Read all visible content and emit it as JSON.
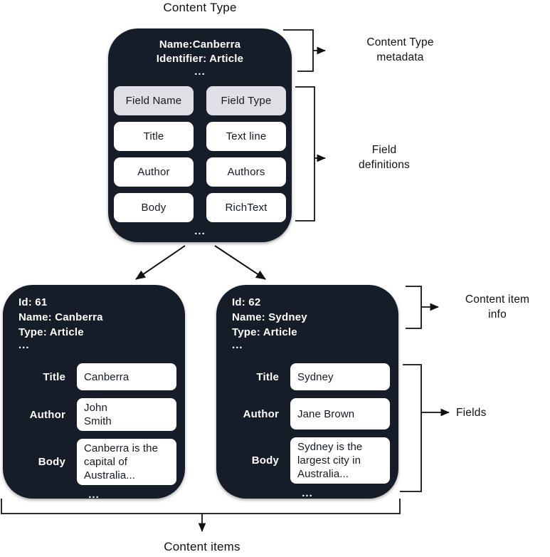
{
  "title": "Content Type",
  "colors": {
    "box_background": "#161d29",
    "header_cell_background": "#dfe0e6",
    "cell_background": "#ffffff",
    "dark_text": "#15191f",
    "light_text": "#ffffff",
    "line_color": "#111111"
  },
  "content_type_box": {
    "meta_lines": [
      "Name:Canberra",
      "Identifier: Article"
    ],
    "meta_ellipsis": "...",
    "field_table": {
      "headers": [
        "Field Name",
        "Field Type"
      ],
      "rows": [
        [
          "Title",
          "Text line"
        ],
        [
          "Author",
          "Authors"
        ],
        [
          "Body",
          "RichText"
        ]
      ]
    },
    "bottom_ellipsis": "..."
  },
  "annotations": {
    "content_type_metadata": "Content Type\nmetadata",
    "field_definitions": "Field\ndefinitions",
    "content_item_info": "Content item\ninfo",
    "fields": "Fields",
    "content_items": "Content items"
  },
  "content_items": [
    {
      "info_lines": [
        "Id: 61",
        "Name: Canberra",
        "Type: Article"
      ],
      "info_ellipsis": "...",
      "fields": [
        {
          "label": "Title",
          "value": "Canberra"
        },
        {
          "label": "Author",
          "value": "John\nSmith"
        },
        {
          "label": "Body",
          "value": "Canberra is the\ncapital of\nAustralia..."
        }
      ],
      "bottom_ellipsis": "..."
    },
    {
      "info_lines": [
        "Id: 62",
        "Name: Sydney",
        "Type: Article"
      ],
      "info_ellipsis": "...",
      "fields": [
        {
          "label": "Title",
          "value": "Sydney"
        },
        {
          "label": "Author",
          "value": "Jane Brown"
        },
        {
          "label": "Body",
          "value": "Sydney is the\nlargest city in\nAustralia..."
        }
      ],
      "bottom_ellipsis": "..."
    }
  ]
}
